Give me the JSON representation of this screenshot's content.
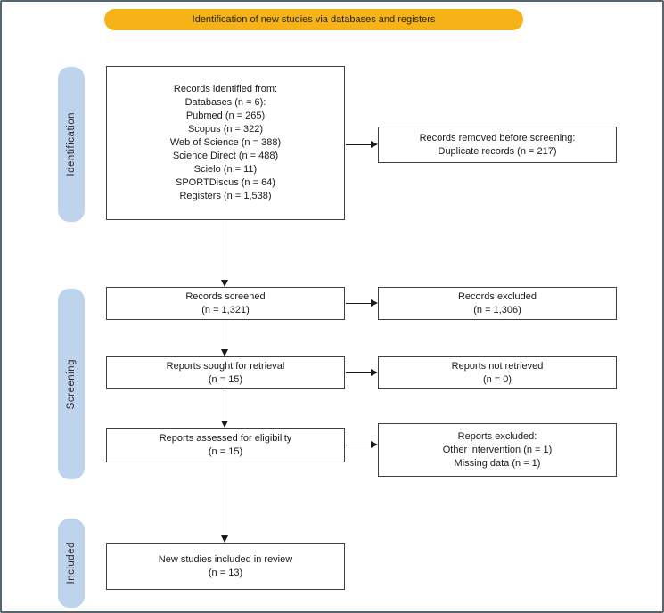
{
  "banner": {
    "label": "Identification of new studies via databases and registers"
  },
  "colors": {
    "banner_bg": "#F5B317",
    "stage_bg": "#BDD4EC",
    "outer_border": "#57656F",
    "box_border": "#3F3F3F",
    "arrow": "#1A1A1A"
  },
  "stages": [
    {
      "label": "Identification"
    },
    {
      "label": "Screening"
    },
    {
      "label": "Included"
    }
  ],
  "boxes": {
    "identified": {
      "lines": [
        "Records identified from:",
        "Databases (n = 6):",
        "Pubmed (n = 265)",
        "Scopus (n = 322)",
        "Web of Science (n = 388)",
        "Science Direct (n = 488)",
        "Scielo (n = 11)",
        "SPORTDiscus (n = 64)",
        "Registers (n = 1,538)"
      ]
    },
    "removed": {
      "lines": [
        "Records removed before screening:",
        "Duplicate records (n = 217)"
      ]
    },
    "screened": {
      "lines": [
        "Records screened",
        "(n = 1,321)"
      ]
    },
    "excluded": {
      "lines": [
        "Records excluded",
        "(n = 1,306)"
      ]
    },
    "sought": {
      "lines": [
        "Reports sought for retrieval",
        "(n = 15)"
      ]
    },
    "not_retrieved": {
      "lines": [
        "Reports not retrieved",
        "(n = 0)"
      ]
    },
    "assessed": {
      "lines": [
        "Reports assessed for eligibility",
        "(n = 15)"
      ]
    },
    "reports_excluded": {
      "lines": [
        "Reports excluded:",
        "Other intervention (n = 1)",
        "Missing data (n = 1)"
      ]
    },
    "included": {
      "lines": [
        "New studies included in review",
        "(n = 13)"
      ]
    }
  }
}
